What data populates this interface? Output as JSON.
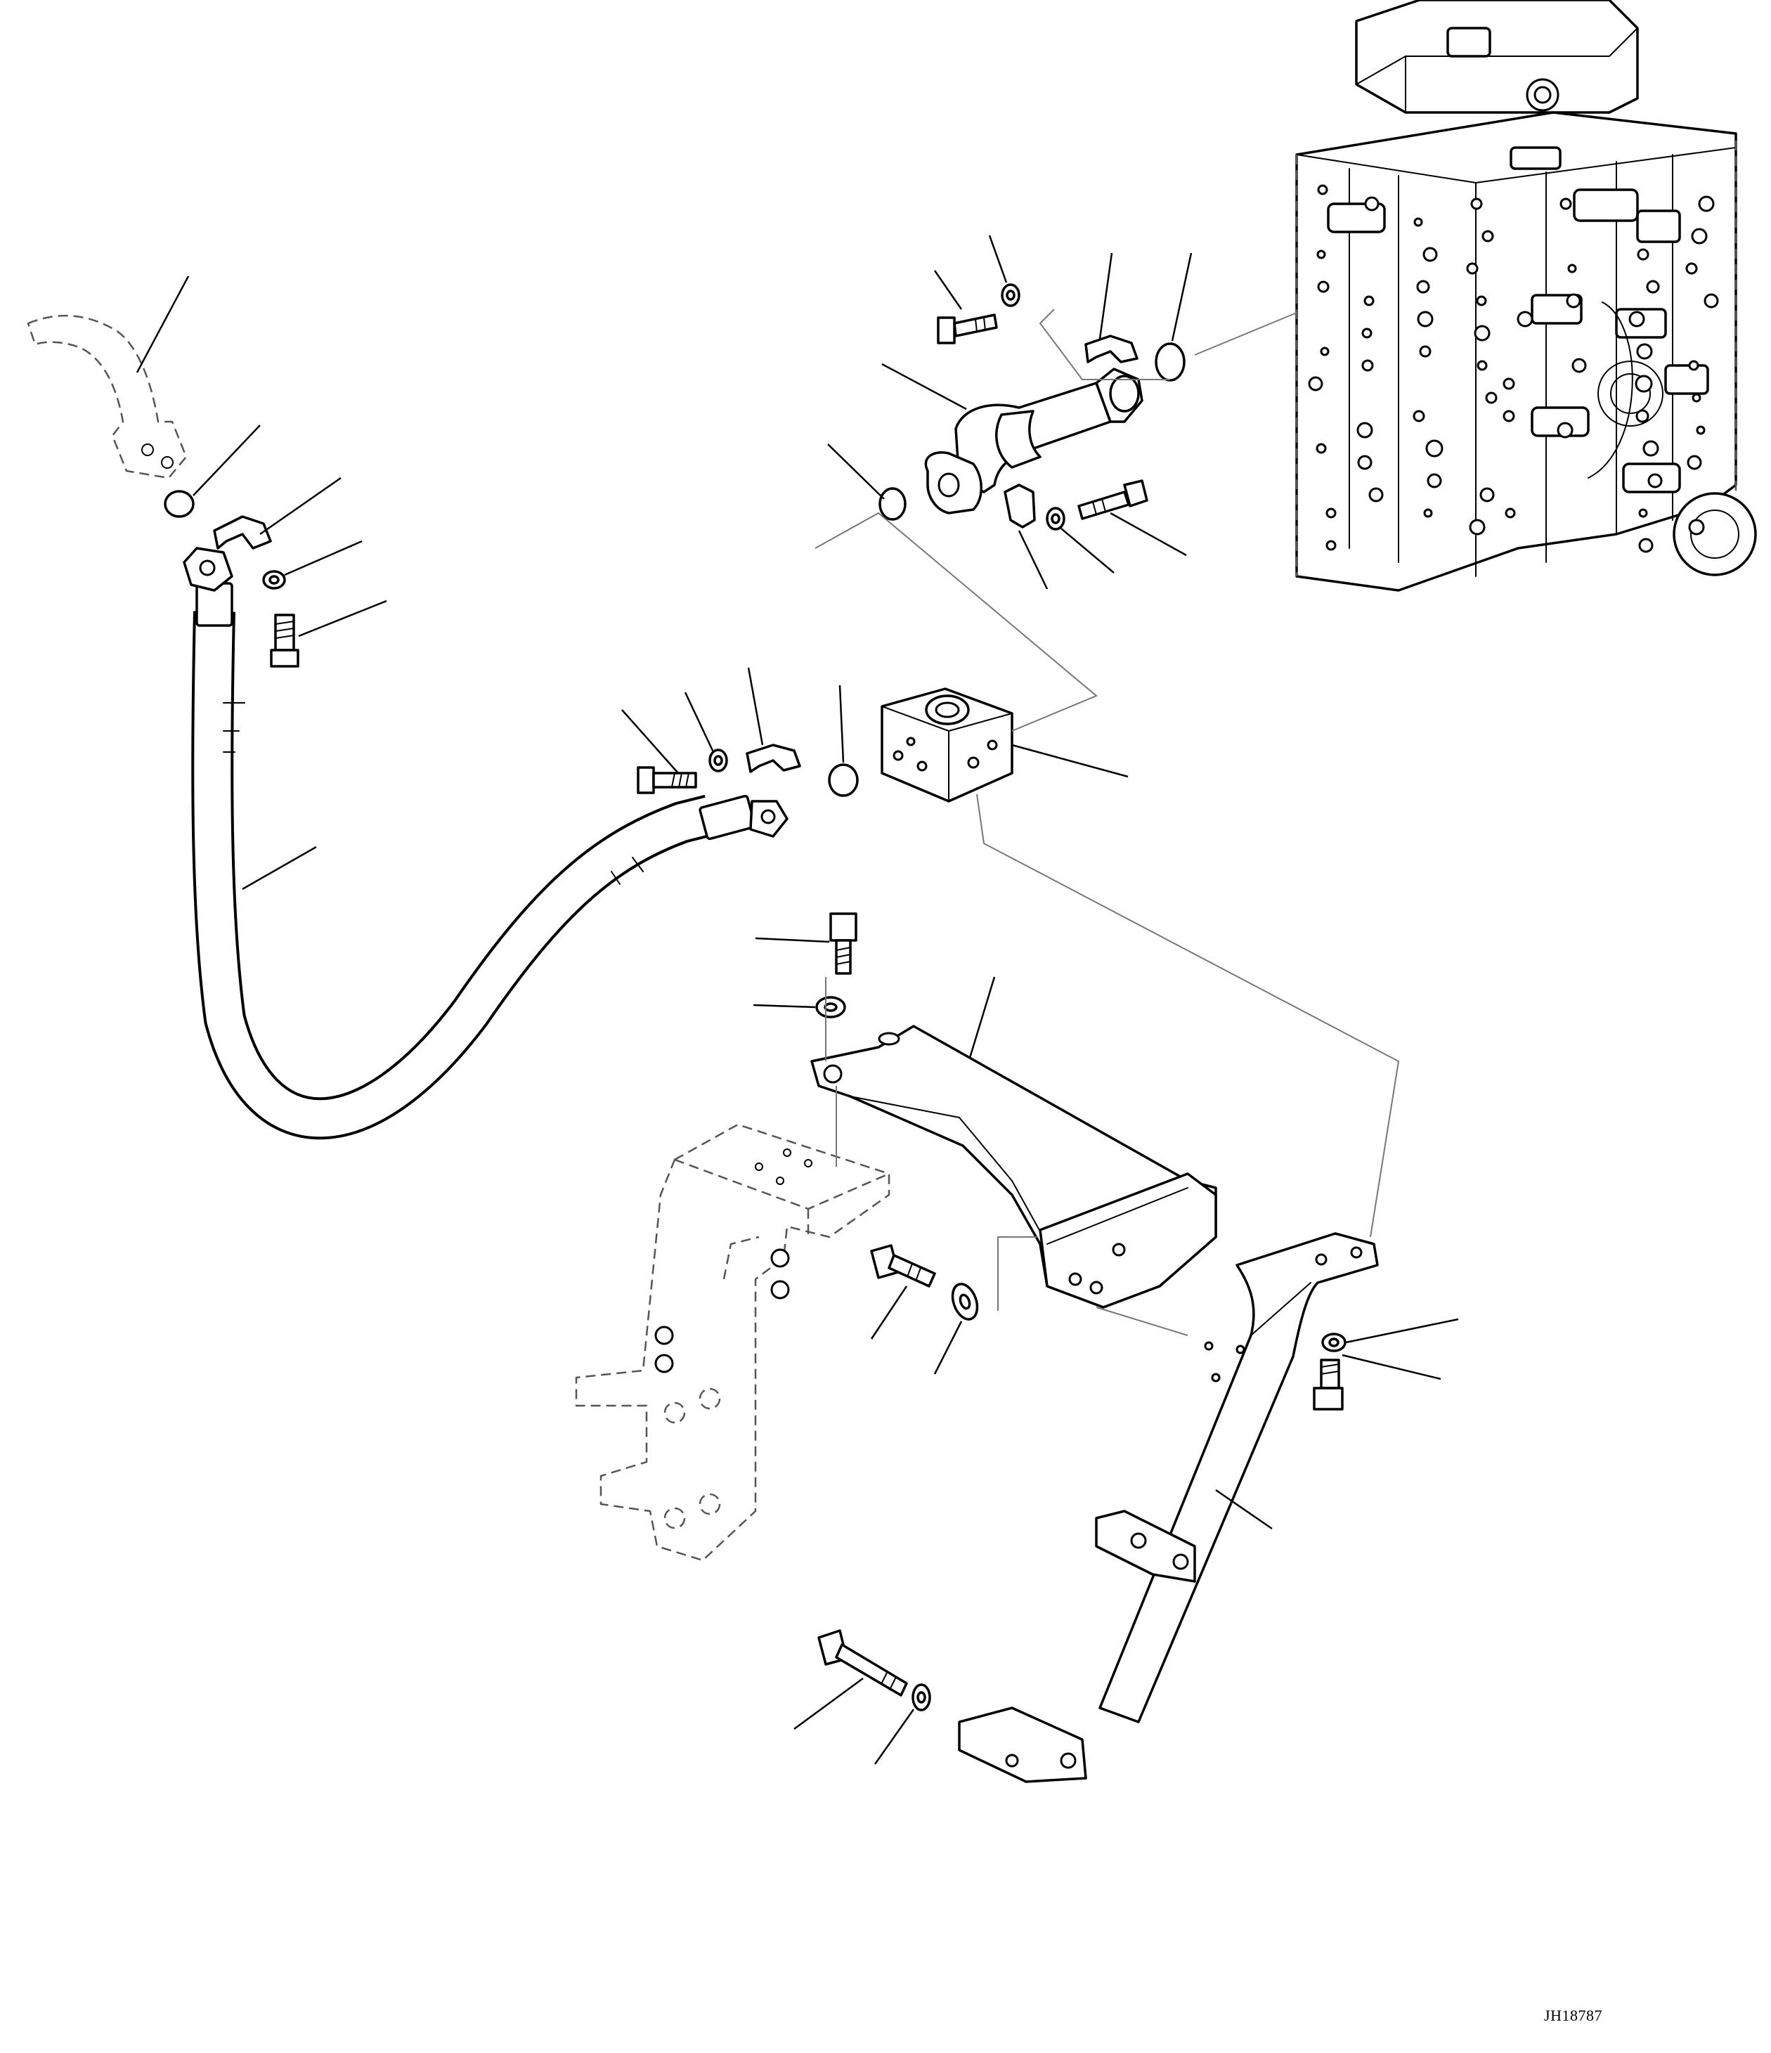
{
  "diagram": {
    "drawing_code": "JH18787",
    "parts": [
      {
        "name": "control-valve-assembly"
      },
      {
        "name": "tube-top-left"
      },
      {
        "name": "hydraulic-hose"
      },
      {
        "name": "junction-block"
      },
      {
        "name": "elbow-tube"
      },
      {
        "name": "mounting-bracket"
      },
      {
        "name": "support-stay"
      },
      {
        "name": "frame-reference"
      },
      {
        "name": "split-flange"
      },
      {
        "name": "o-ring"
      },
      {
        "name": "bolt"
      },
      {
        "name": "washer"
      }
    ]
  }
}
